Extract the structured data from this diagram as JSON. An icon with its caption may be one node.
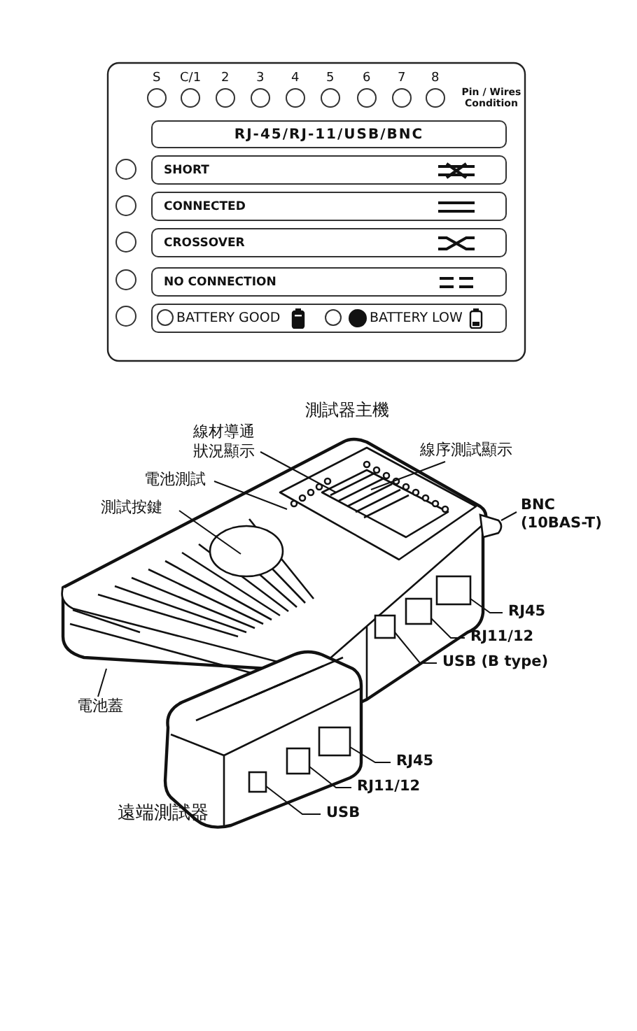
{
  "diagram": {
    "nodes": [
      {
        "text": [
          "RJ-45/RJ-11/USB/BNC"
        ]
      },
      {
        "text": [
          "SHORT"
        ]
      },
      {
        "text": [
          "CONNECTED"
        ]
      },
      {
        "text": [
          "CROSSOVER"
        ]
      },
      {
        "text": [
          "NO CONNECTION"
        ]
      },
      {
        "text": [
          "BATTERY GOOD",
          "BATTERY LOW"
        ]
      },
      {
        "text": [
          "線材導通狀況顯示"
        ]
      },
      {
        "text": [
          "電池測試"
        ]
      },
      {
        "text": [
          "測試按鍵"
        ]
      },
      {
        "text": [
          "線序測試顯示"
        ]
      },
      {
        "text": [
          "BNC (10BAS-T)"
        ]
      },
      {
        "text": [
          "RJ45"
        ]
      },
      {
        "text": [
          "RJ11/12"
        ]
      },
      {
        "text": [
          "USB (B type)"
        ]
      },
      {
        "text": [
          "電池蓋"
        ]
      },
      {
        "text": [
          "RJ45"
        ]
      },
      {
        "text": [
          "RJ11/12"
        ]
      },
      {
        "text": [
          "USB"
        ]
      },
      {
        "text": [],
        "shape": "box"
      },
      {
        "text": [],
        "shape": "box"
      },
      {
        "text": [],
        "shape": "box"
      },
      {
        "text": [],
        "shape": "box"
      },
      {
        "text": [],
        "shape": "box"
      },
      {
        "text": [],
        "shape": "box"
      },
      {
        "text": [],
        "shape": "cylinder"
      }
    ],
    "edges": [
      {
        "from": 6,
        "to": null,
        "arrow": "none"
      },
      {
        "from": 7,
        "to": null,
        "arrow": "none"
      },
      {
        "from": 8,
        "to": null,
        "arrow": "none"
      },
      {
        "from": 9,
        "to": null,
        "arrow": "none"
      },
      {
        "from": 10,
        "to": 24,
        "arrow": "none"
      },
      {
        "from": 11,
        "to": 18,
        "arrow": "none"
      },
      {
        "from": 12,
        "to": 19,
        "arrow": "none"
      },
      {
        "from": 13,
        "to": 20,
        "arrow": "none"
      },
      {
        "from": 14,
        "to": null,
        "arrow": "none"
      },
      {
        "from": 15,
        "to": 21,
        "arrow": "none"
      },
      {
        "from": 16,
        "to": 22,
        "arrow": "none"
      },
      {
        "from": 17,
        "to": 23,
        "arrow": "none"
      }
    ],
    "labels": [
      "S",
      "C/1",
      "2",
      "3",
      "4",
      "5",
      "6",
      "7",
      "8",
      "Pin / Wires Condition",
      "測試器主機",
      "遠端測試器"
    ]
  }
}
